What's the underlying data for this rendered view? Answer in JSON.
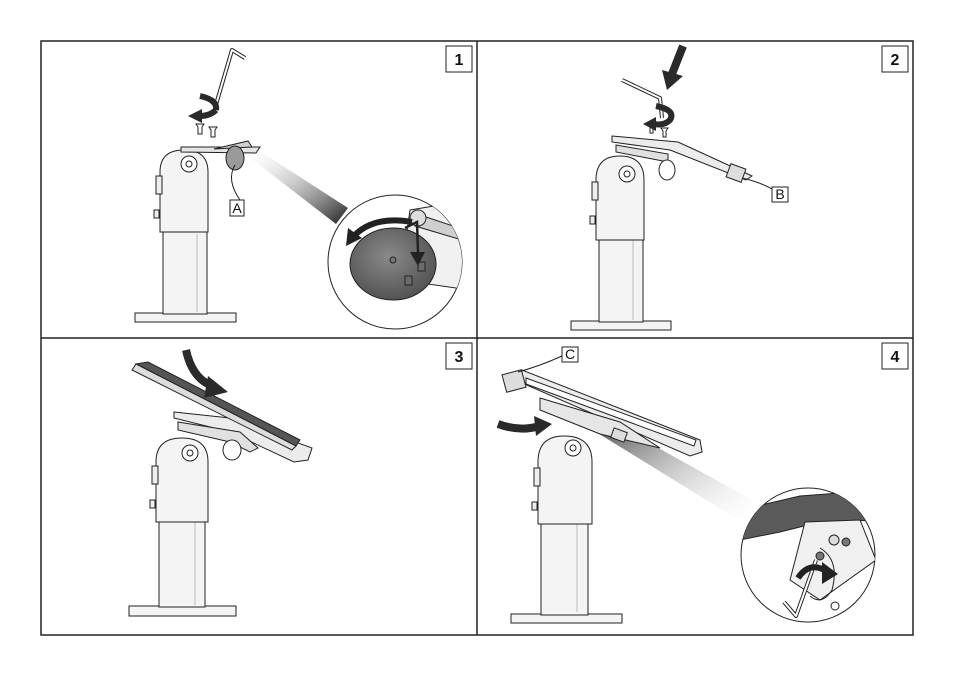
{
  "steps": [
    {
      "number": "1",
      "callout": "A"
    },
    {
      "number": "2",
      "callout": "B"
    },
    {
      "number": "3",
      "callout": ""
    },
    {
      "number": "4",
      "callout": "C"
    }
  ],
  "colors": {
    "line": "#222222",
    "fill_light": "#f4f4f4",
    "fill_mid": "#d9d9d9",
    "fill_dark": "#555555",
    "arrow": "#2a2a2a"
  }
}
